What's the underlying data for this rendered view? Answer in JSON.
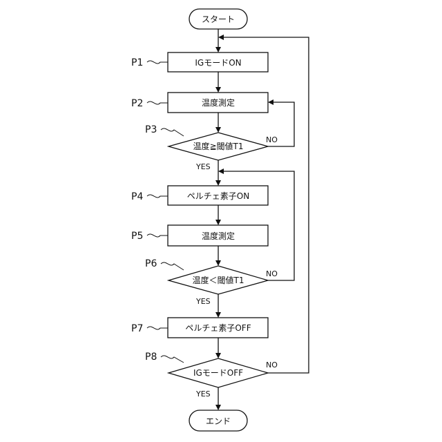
{
  "nodes": {
    "start": "スタート",
    "p1": "IGモードON",
    "p2": "温度測定",
    "p3": "温度≧閾値T1",
    "p4": "ペルチェ素子ON",
    "p5": "温度測定",
    "p6": "温度＜閾値T1",
    "p7": "ペルチェ素子OFF",
    "p8": "IGモードOFF",
    "end": "エンド"
  },
  "steps": {
    "p1": "P1",
    "p2": "P2",
    "p3": "P3",
    "p4": "P4",
    "p5": "P5",
    "p6": "P6",
    "p7": "P7",
    "p8": "P8"
  },
  "branches": {
    "p3_no": "NO",
    "p3_yes": "YES",
    "p6_no": "NO",
    "p6_yes": "YES",
    "p8_no": "NO",
    "p8_yes": "YES"
  }
}
